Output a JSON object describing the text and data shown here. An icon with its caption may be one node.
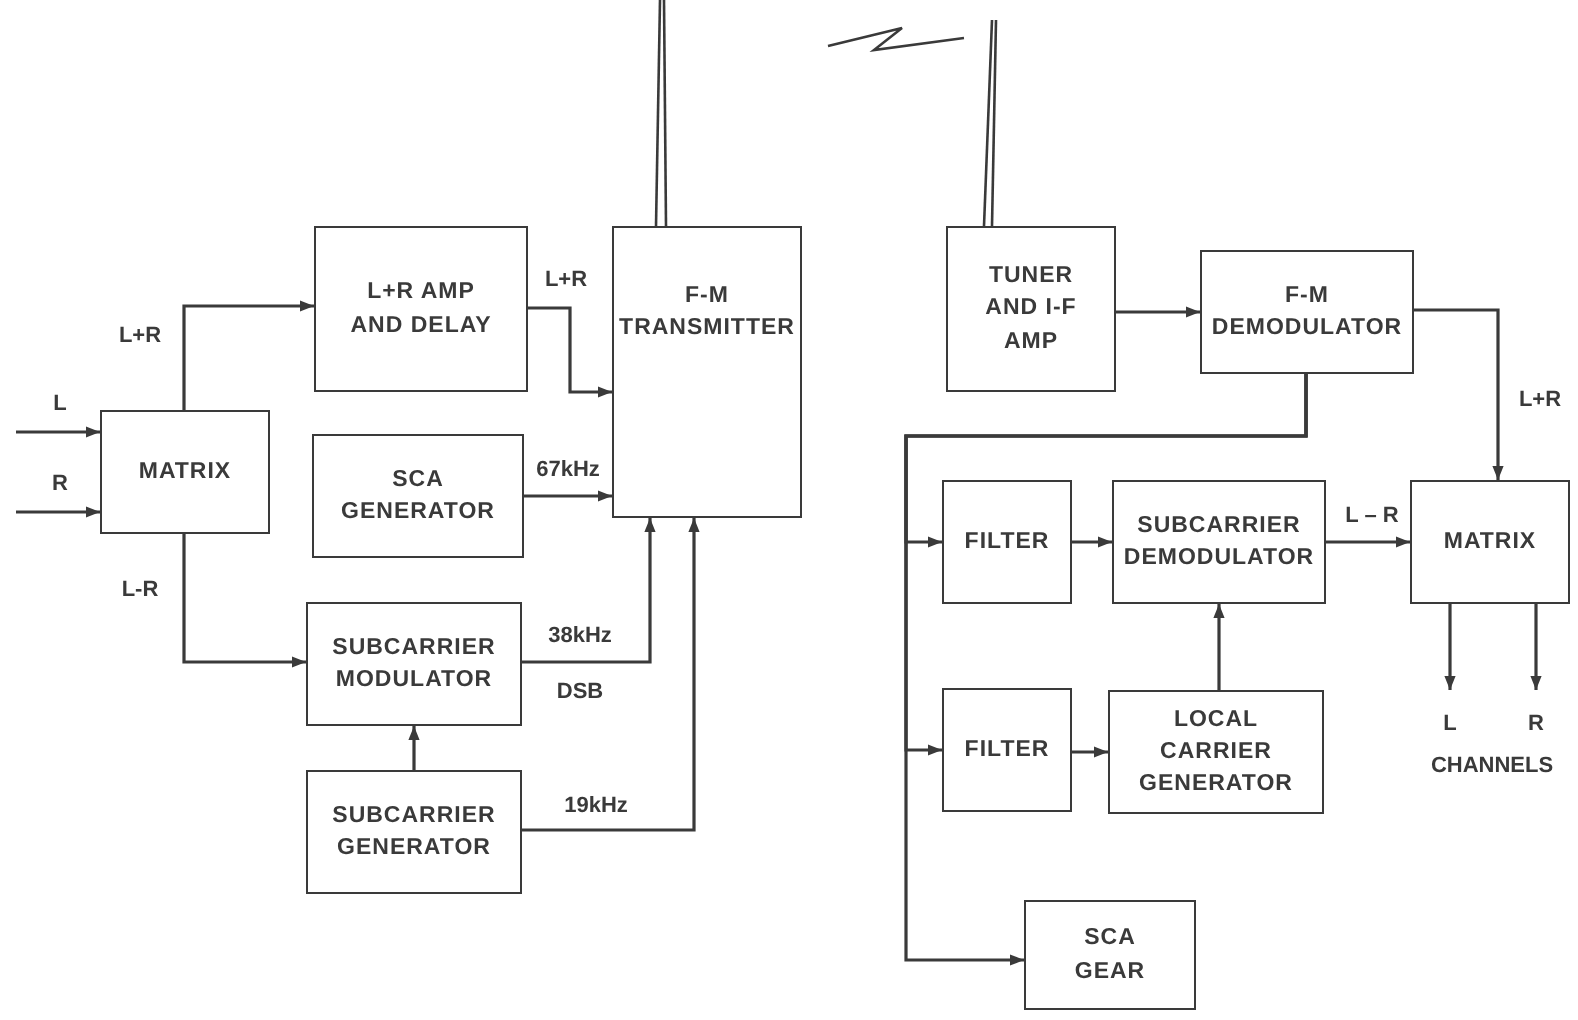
{
  "diagram": {
    "nodes": [
      {
        "text": [
          "MATRIX"
        ]
      },
      {
        "text": [
          "L+R AMP AND DELAY"
        ]
      },
      {
        "text": [
          "SCA GENERATOR"
        ]
      },
      {
        "text": [
          "F-M TRANSMITTER"
        ]
      },
      {
        "text": [
          "SUBCARRIER MODULATOR"
        ]
      },
      {
        "text": [
          "SUBCARRIER GENERATOR"
        ]
      },
      {
        "text": [
          "TUNER AND I-F AMP"
        ]
      },
      {
        "text": [
          "F-M DEMODULATOR"
        ]
      },
      {
        "text": [
          "FILTER"
        ]
      },
      {
        "text": [
          "SUBCARRIER DEMODULATOR"
        ]
      },
      {
        "text": [
          "MATRIX"
        ]
      },
      {
        "text": [
          "FILTER"
        ]
      },
      {
        "text": [
          "LOCAL CARRIER GENERATOR"
        ]
      },
      {
        "text": [
          "SCA GEAR"
        ]
      }
    ],
    "edges": [
      {
        "from": null,
        "to": 0,
        "arrow": "to",
        "label": "L"
      },
      {
        "from": null,
        "to": 0,
        "arrow": "to",
        "label": "R"
      },
      {
        "from": 0,
        "to": 1,
        "arrow": "to",
        "label": "L+R"
      },
      {
        "from": 1,
        "to": 3,
        "arrow": "to",
        "label": "L+R"
      },
      {
        "from": 2,
        "to": 3,
        "arrow": "to",
        "label": "67kHz"
      },
      {
        "from": 0,
        "to": 4,
        "arrow": "to",
        "label": "L-R"
      },
      {
        "from": 4,
        "to": 3,
        "arrow": "to",
        "label": "38kHz"
      },
      {
        "from": 5,
        "to": 4,
        "arrow": "to"
      },
      {
        "from": 5,
        "to": 3,
        "arrow": "to",
        "label": "19kHz"
      },
      {
        "from": 6,
        "to": 7,
        "arrow": "to"
      },
      {
        "from": 7,
        "to": 10,
        "arrow": "to",
        "label": "L+R"
      },
      {
        "from": 7,
        "to": 8,
        "arrow": "to"
      },
      {
        "from": 7,
        "to": 11,
        "arrow": "to"
      },
      {
        "from": 7,
        "to": 13,
        "arrow": "to"
      },
      {
        "from": 8,
        "to": 9,
        "arrow": "to"
      },
      {
        "from": 11,
        "to": 12,
        "arrow": "to"
      },
      {
        "from": 12,
        "to": 9,
        "arrow": "to"
      },
      {
        "from": 9,
        "to": 10,
        "arrow": "to",
        "label": "L – R"
      },
      {
        "from": 10,
        "to": null,
        "arrow": "to",
        "label": "L"
      },
      {
        "from": 10,
        "to": null,
        "arrow": "to",
        "label": "R"
      }
    ],
    "labels": [
      "DSB",
      "CHANNELS"
    ]
  }
}
